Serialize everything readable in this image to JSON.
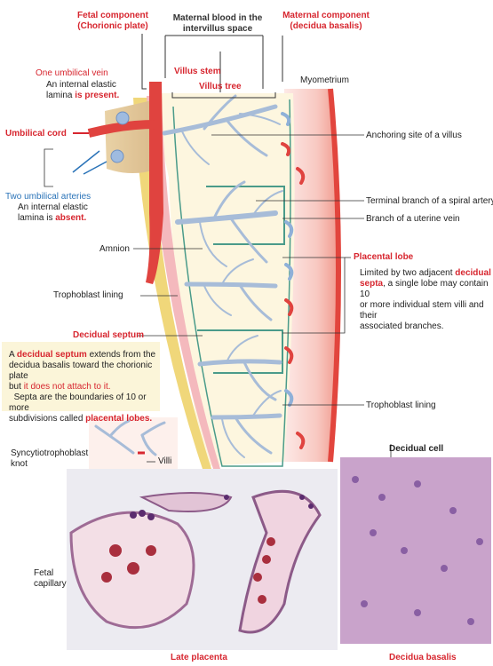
{
  "colors": {
    "fetal_red": "#e0433f",
    "villus_blue": "#a7bcd8",
    "amnion_yellow": "#f0d77a",
    "decidua_pink": "#f8d6d2",
    "septum_green": "#4a9b8a",
    "label_red": "#d7262f",
    "label_blue": "#2a73b8",
    "note_bg": "#fbf5d9"
  },
  "top": {
    "fetal_component": "Fetal component",
    "chorionic_plate": "(Chorionic plate)",
    "maternal_blood_1": "Maternal blood in the",
    "maternal_blood_2": "intervillus space",
    "maternal_component": "Maternal component",
    "decidua_basalis_paren": "(decidua basalis)",
    "myometrium": "Myometrium",
    "villus_stem": "Villus stem",
    "villus_tree": "Villus tree"
  },
  "left": {
    "one_umbilical_vein": "One umbilical vein",
    "vein_lamina_1": "An internal elastic",
    "vein_lamina_2a": "lamina ",
    "vein_lamina_2b": "is present.",
    "umbilical_cord": "Umbilical cord",
    "two_umbilical_arteries": "Two umbilical arteries",
    "artery_lamina_1": "An internal elastic",
    "artery_lamina_2a": "lamina is ",
    "artery_lamina_2b": "absent.",
    "amnion": "Amnion",
    "trophoblast_lining": "Trophoblast lining",
    "decidual_septum": "Decidual septum",
    "villi": "Villi"
  },
  "septum_note": {
    "p1_a": "A ",
    "p1_b": "decidual septum",
    "p1_c": " extends from the",
    "p1_d": "decidua basalis toward the chorionic plate",
    "p1_e": "but ",
    "p1_f": "it does not attach to it.",
    "p2_a": "Septa are the boundaries of 10 or more",
    "p2_b": "subdivisions called ",
    "p2_c": "placental lobes."
  },
  "right": {
    "anchoring_site": "Anchoring site of a villus",
    "terminal_branch": "Terminal branch of a spiral artery",
    "uterine_vein": "Branch of a uterine vein",
    "placental_lobe": "Placental lobe",
    "lobe_1a": "Limited by two adjacent ",
    "lobe_1b": "decidual",
    "lobe_2a": "septa",
    "lobe_2b": ", a single lobe may contain 10",
    "lobe_3": "or more individual stem villi and their",
    "lobe_4": "associated branches.",
    "trophoblast_lining": "Trophoblast lining"
  },
  "micro": {
    "syncytio_1": "Syncytiotrophoblast",
    "syncytio_2": "knot",
    "fetal_1": "Fetal",
    "fetal_2": "capillary",
    "late_placenta": "Late placenta",
    "decidual_cell": "Decidual cell",
    "decidua_basalis": "Decidua basalis"
  }
}
